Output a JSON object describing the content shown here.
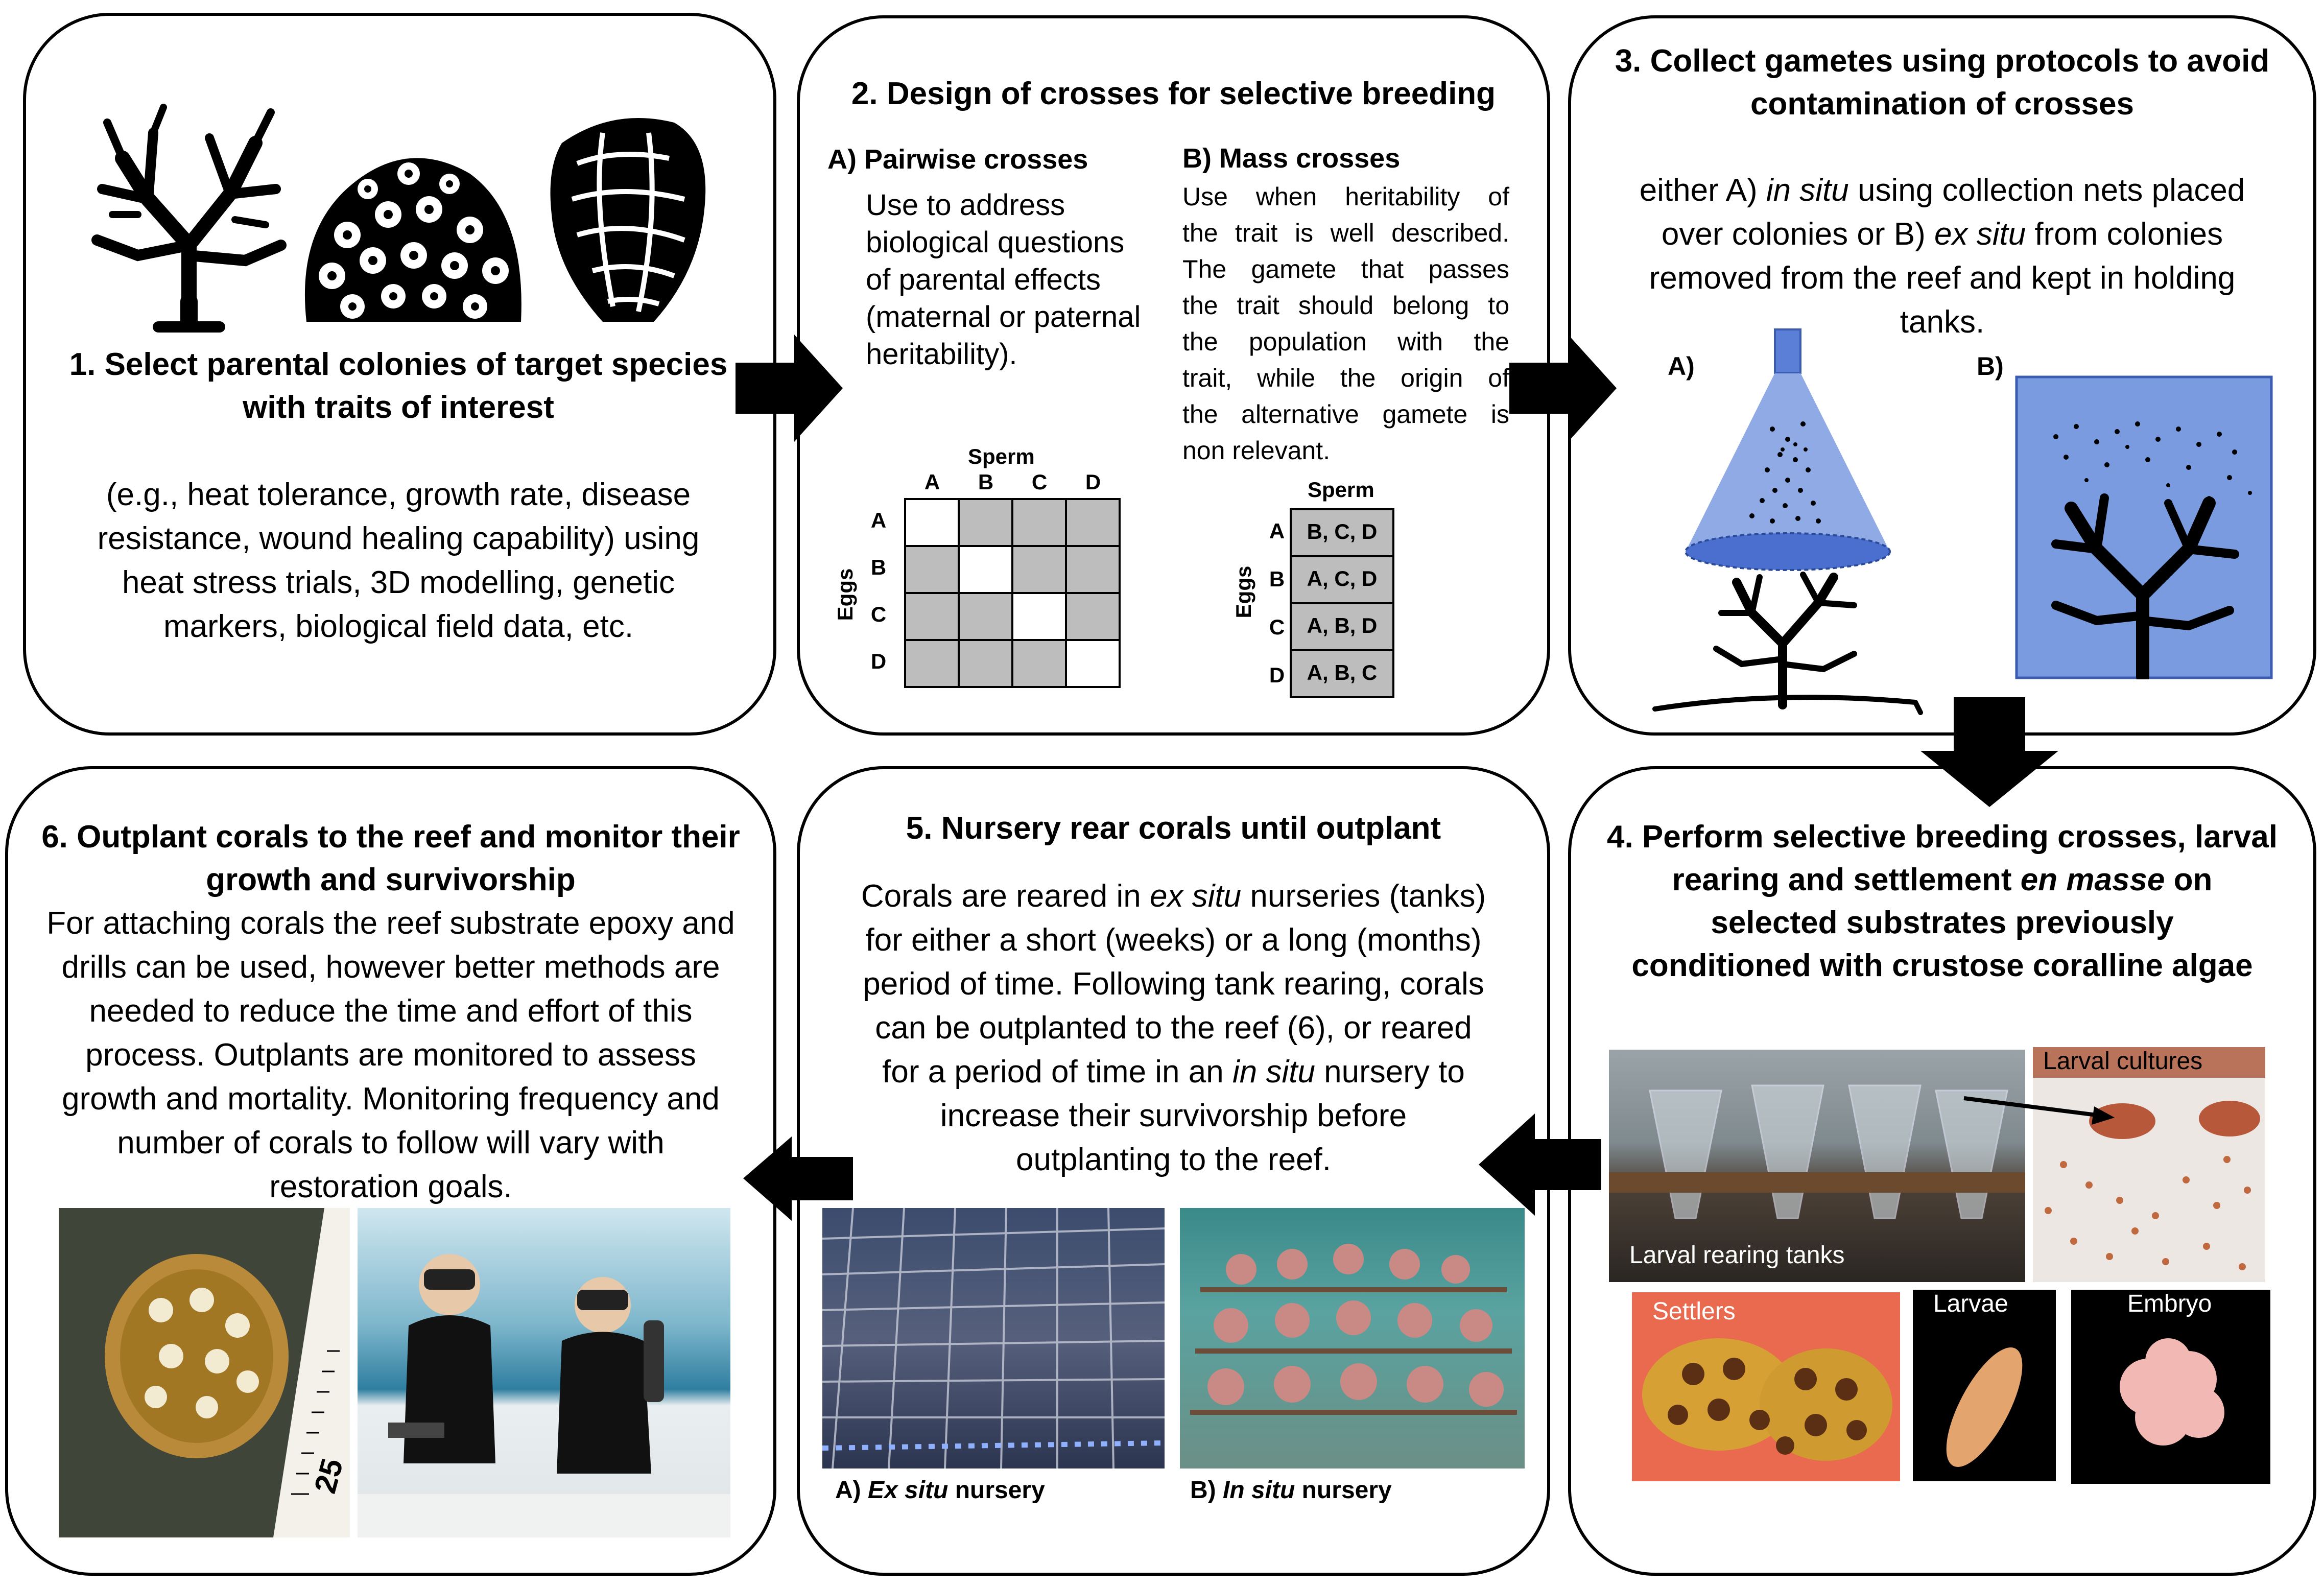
{
  "panels": {
    "p1": {
      "title_l1": "1.  Select parental colonies of target species",
      "title_l2": "with traits of interest",
      "body": [
        "(e.g., heat tolerance, growth rate, disease",
        "resistance, wound healing capability) using",
        "heat stress trials, 3D modelling, genetic",
        "markers, biological field data, etc."
      ]
    },
    "p2": {
      "title": "2. Design of crosses for selective breeding",
      "a_title": "A) Pairwise crosses",
      "a_body": [
        "Use to address",
        "biological questions",
        "of parental effects",
        "(maternal or paternal",
        "heritability)."
      ],
      "b_title": "B) Mass crosses",
      "b_body": [
        "Use when heritability of",
        "the trait is well described.",
        "The gamete that passes",
        "the trait should belong to",
        "the population with the",
        "trait, while the origin of",
        "the alternative gamete is"
      ],
      "b_body_last": "non relevant.",
      "sperm_label": "Sperm",
      "eggs_label": "Eggs",
      "letters": [
        "A",
        "B",
        "C",
        "D"
      ],
      "mass_cells": [
        "B, C, D",
        "A, C, D",
        "A, B, D",
        "A, B, C"
      ]
    },
    "p3": {
      "title_l1": "3.  Collect gametes using protocols to avoid",
      "title_l2": "contamination of crosses",
      "b1_a": "either A) ",
      "b1_b": "in situ",
      "b1_c": " using collection nets placed",
      "b2_a": "over colonies or B) ",
      "b2_b": "ex situ",
      "b2_c": " from colonies",
      "b3": "removed from the reef and kept in holding",
      "b4": "tanks.",
      "label_a": "A)",
      "label_b": "B)"
    },
    "p4": {
      "title_l1": "4.  Perform selective breeding crosses, larval",
      "title_l2_a": "rearing and settlement ",
      "title_l2_b": "en masse",
      "title_l2_c": " on",
      "title_l3": "selected substrates previously",
      "title_l4": "conditioned with crustose coralline algae",
      "photo_tanks": "Larval rearing tanks",
      "photo_cultures": "Larval cultures",
      "photo_settlers": "Settlers",
      "photo_larvae": "Larvae",
      "photo_embryo": "Embryo"
    },
    "p5": {
      "title": "5.  Nursery rear corals until outplant",
      "l1_a": "Corals are reared in ",
      "l1_b": "ex situ",
      "l1_c": " nurseries (tanks)",
      "l2": "for either a short (weeks) or a long (months)",
      "l3": "period of time. Following tank rearing, corals",
      "l4": "can be outplanted to the reef (6), or reared",
      "l5_a": "for a period of time in an ",
      "l5_b": "in situ",
      "l5_c": " nursery to",
      "l6": "increase their survivorship before",
      "l7": "outplanting to the reef.",
      "cap_a_pre": "A) ",
      "cap_a_it": "Ex situ",
      "cap_a_post": " nursery",
      "cap_b_pre": "B) ",
      "cap_b_it": "In situ",
      "cap_b_post": " nursery"
    },
    "p6": {
      "title_l1": "6.  Outplant corals to the reef and monitor their",
      "title_l2": "growth and survivorship",
      "body": [
        "For attaching corals the reef substrate epoxy and",
        "drills can be used, however better methods are",
        "needed to reduce the time and effort of this",
        "process. Outplants are monitored to assess",
        "growth and mortality. Monitoring frequency and",
        "number of corals to follow will vary with",
        "restoration goals."
      ],
      "ruler_label": "25"
    }
  },
  "colors": {
    "grid_gray": "#bdbdbd",
    "cone_blue": "#5b7fd6",
    "tank_blue": "#7b9be0",
    "tank_border": "#3a5bb0"
  }
}
